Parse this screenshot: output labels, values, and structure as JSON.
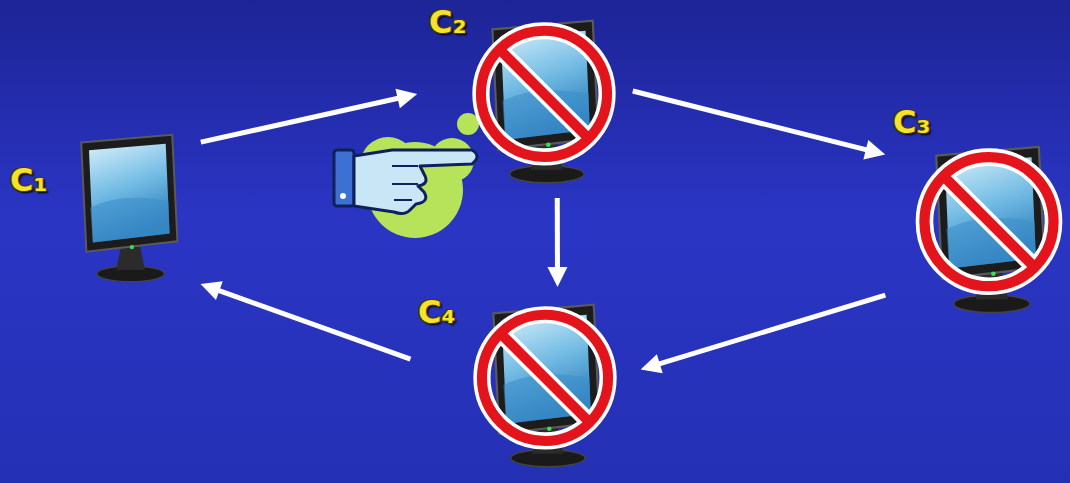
{
  "diagram": {
    "nodes": [
      {
        "text": [
          "C₁"
        ]
      },
      {
        "text": [
          "C₂"
        ]
      },
      {
        "text": [
          "C₃"
        ]
      },
      {
        "text": [
          "C₄"
        ]
      }
    ],
    "edges": [
      {
        "from": 0,
        "to": 1,
        "arrow": "to"
      },
      {
        "from": 1,
        "to": 2,
        "arrow": "to"
      },
      {
        "from": 1,
        "to": 3,
        "arrow": "to"
      },
      {
        "from": 2,
        "to": 3,
        "arrow": "to"
      },
      {
        "from": 3,
        "to": 0,
        "arrow": "to"
      }
    ]
  }
}
